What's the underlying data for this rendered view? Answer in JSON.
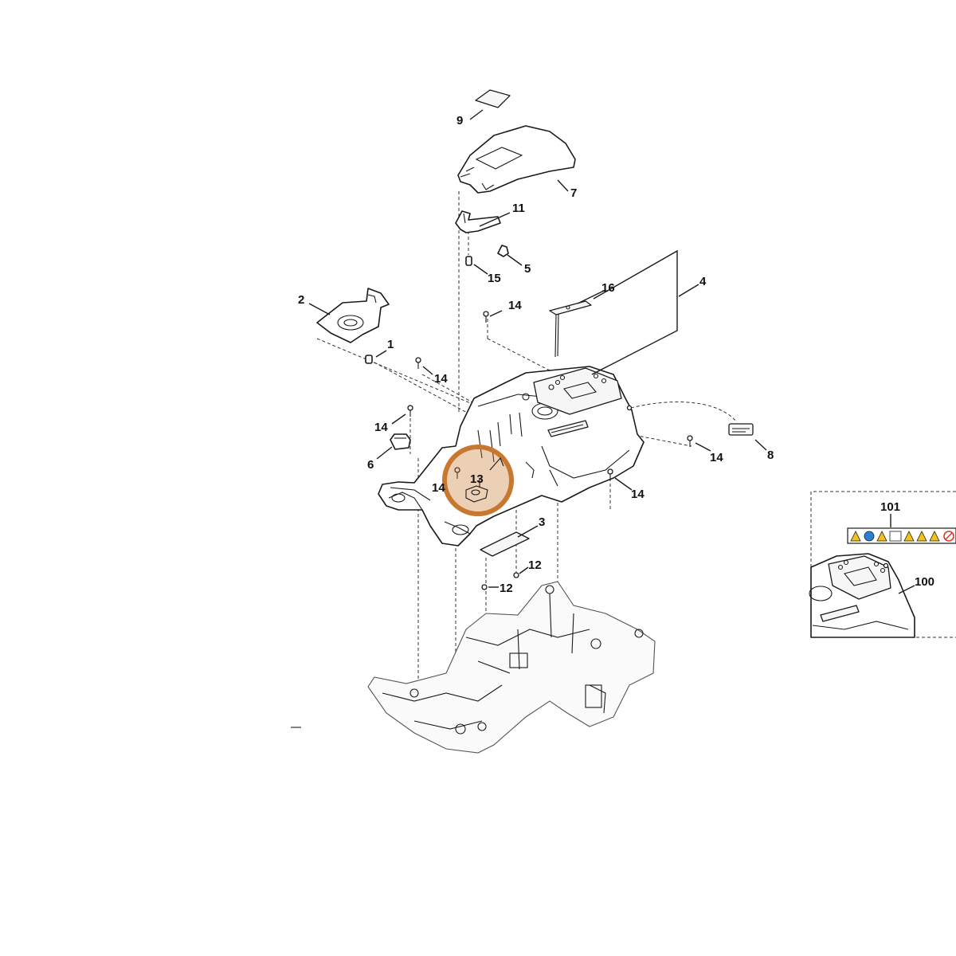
{
  "callouts": {
    "c1": "1",
    "c2": "2",
    "c3": "3",
    "c4": "4",
    "c5": "5",
    "c6": "6",
    "c7": "7",
    "c8": "8",
    "c9": "9",
    "c11": "11",
    "c12a": "12",
    "c12b": "12",
    "c13": "13",
    "c14a": "14",
    "c14b": "14",
    "c14c": "14",
    "c14d": "14",
    "c14e": "14",
    "c14f": "14",
    "c15": "15",
    "c16": "16",
    "c100": "100",
    "c101": "101"
  },
  "highlight": {
    "color": "#c8772e",
    "target_callout": "13"
  },
  "warning_colors": {
    "yellow": "#f2c21b",
    "blue": "#2a7fd4",
    "red": "#d83a2a"
  }
}
